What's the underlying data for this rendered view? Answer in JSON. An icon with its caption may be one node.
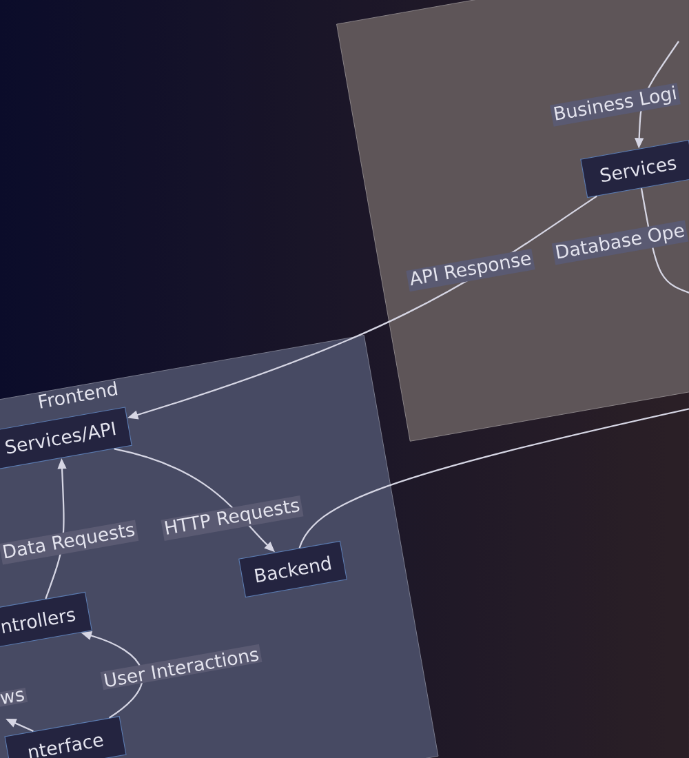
{
  "diagram": {
    "nodes": [
      {
        "text": [
          "Frontend"
        ]
      },
      {
        "text": [
          "Services/API"
        ],
        "in": 0
      },
      {
        "text": [
          "Backend"
        ],
        "in": 0
      },
      {
        "text": [
          "ntrollers"
        ],
        "in": 0
      },
      {
        "text": [
          "nterface"
        ],
        "in": 0
      },
      {
        "text": [],
        "shape": "box"
      },
      {
        "text": [
          "Services"
        ],
        "in": 5
      }
    ],
    "edges": [
      {
        "from": 6,
        "to": 1,
        "arrow": "to",
        "label": "API Response"
      },
      {
        "from": 1,
        "to": 2,
        "arrow": "to",
        "label": "HTTP Requests"
      },
      {
        "from": 3,
        "to": 1,
        "arrow": "to",
        "label": "Data Requests"
      },
      {
        "from": 4,
        "to": 3,
        "arrow": "to",
        "label": "User Interactions"
      },
      {
        "from": null,
        "to": 6,
        "arrow": "to",
        "label": "Business Logi"
      },
      {
        "from": 6,
        "to": null,
        "arrow": "none",
        "label": "Database Ope"
      },
      {
        "from": 2,
        "to": null,
        "arrow": "none"
      },
      {
        "from": 4,
        "to": null,
        "arrow": "to",
        "label": "ws"
      }
    ]
  }
}
